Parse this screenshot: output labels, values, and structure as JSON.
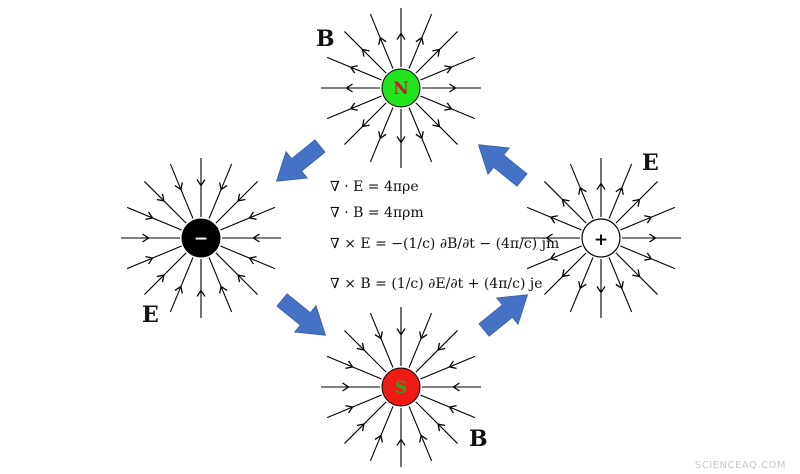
{
  "colors": {
    "north_pole": "#22e51f",
    "south_pole": "#f01a14",
    "negative_charge": "#000000",
    "positive_charge": "#ffffff",
    "arrow_blue": "#4472c4",
    "field_line": "#000000"
  },
  "charges": {
    "north": {
      "symbol": "N",
      "field_label": "B",
      "direction": "outward"
    },
    "south": {
      "symbol": "S",
      "field_label": "B",
      "direction": "inward"
    },
    "negative": {
      "symbol": "−",
      "field_label": "E",
      "direction": "inward"
    },
    "positive": {
      "symbol": "+",
      "field_label": "E",
      "direction": "outward"
    }
  },
  "equations": {
    "eq1": "∇ · E = 4πρe",
    "eq2": "∇ · B = 4πρm",
    "eq3": "∇ × E = −(1/c) ∂B/∂t − (4π/c) jm",
    "eq4": "∇ × B = (1/c) ∂E/∂t + (4π/c) je"
  },
  "watermark": "SCIENCEAQ.COM"
}
